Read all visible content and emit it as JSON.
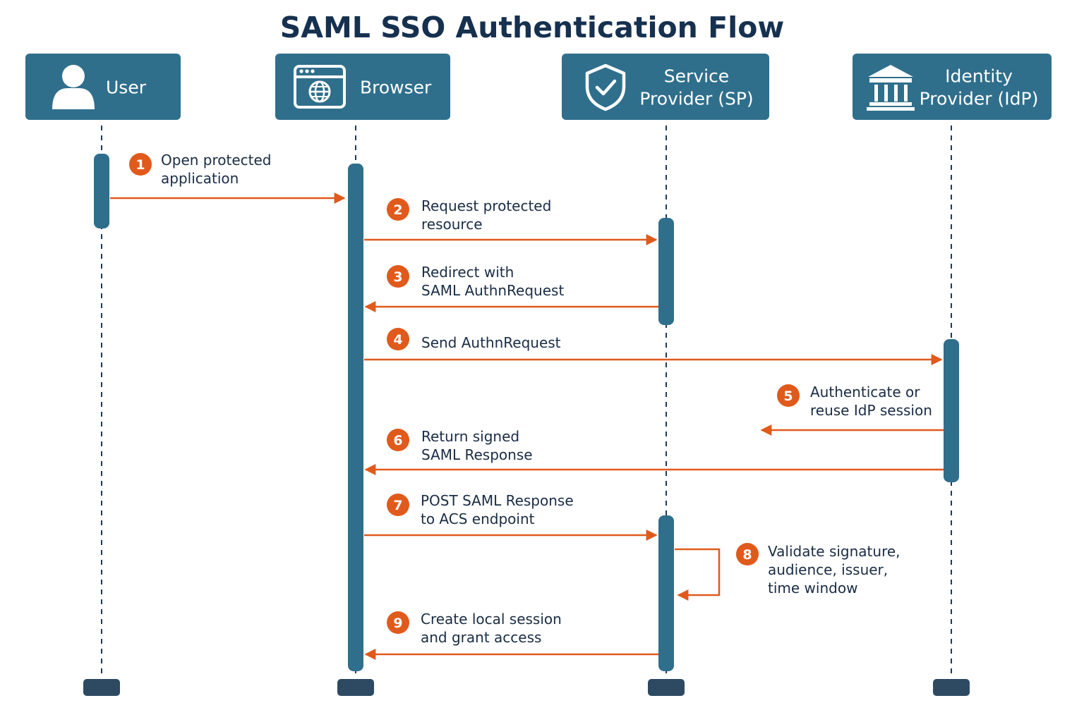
{
  "title": "SAML SSO Authentication Flow",
  "colors": {
    "actor": "#2f6f8c",
    "arrow": "#e05a1c",
    "step_badge": "#e05a1c",
    "lifeline": "#1e3a56",
    "end_cap": "#2d4a62",
    "title": "#16304f"
  },
  "actors": [
    {
      "id": "user",
      "lines": [
        "User"
      ],
      "icon": "user-icon"
    },
    {
      "id": "browser",
      "lines": [
        "Browser"
      ],
      "icon": "browser-icon"
    },
    {
      "id": "sp",
      "lines": [
        "Service",
        "Provider (SP)"
      ],
      "icon": "shield-check-icon"
    },
    {
      "id": "idp",
      "lines": [
        "Identity",
        "Provider (IdP)"
      ],
      "icon": "bank-icon"
    }
  ],
  "steps": [
    {
      "num": "1",
      "lines": [
        "Open protected",
        "application"
      ],
      "from": "user",
      "to": "browser"
    },
    {
      "num": "2",
      "lines": [
        "Request protected",
        "resource"
      ],
      "from": "browser",
      "to": "sp"
    },
    {
      "num": "3",
      "lines": [
        "Redirect with",
        "SAML AuthnRequest"
      ],
      "from": "sp",
      "to": "browser"
    },
    {
      "num": "4",
      "lines": [
        "Send AuthnRequest"
      ],
      "from": "browser",
      "to": "idp"
    },
    {
      "num": "5",
      "lines": [
        "Authenticate or",
        "reuse IdP session"
      ],
      "from": "idp",
      "to": "idp"
    },
    {
      "num": "6",
      "lines": [
        "Return signed",
        "SAML Response"
      ],
      "from": "idp",
      "to": "browser"
    },
    {
      "num": "7",
      "lines": [
        "POST SAML Response",
        "to ACS endpoint"
      ],
      "from": "browser",
      "to": "sp"
    },
    {
      "num": "8",
      "lines": [
        "Validate signature,",
        "audience, issuer,",
        "time window"
      ],
      "from": "sp",
      "to": "sp"
    },
    {
      "num": "9",
      "lines": [
        "Create local session",
        "and grant access"
      ],
      "from": "sp",
      "to": "browser"
    }
  ]
}
